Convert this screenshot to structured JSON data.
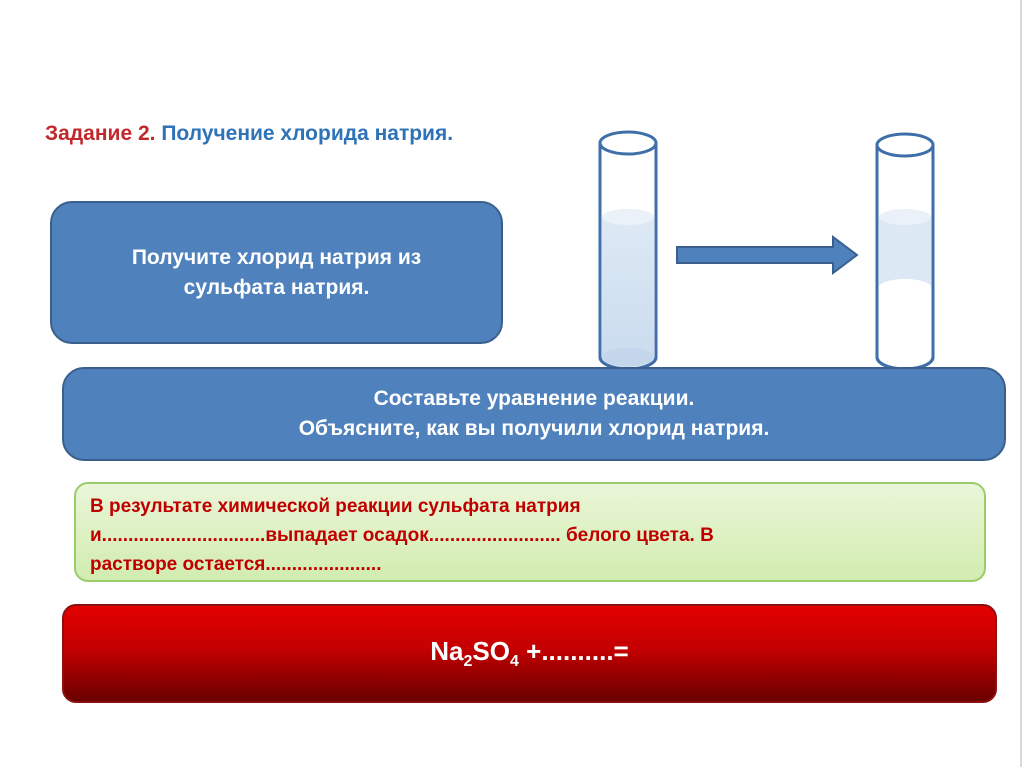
{
  "title": {
    "task_label": "Задание 2.",
    "task_text": "Получение хлорида натрия."
  },
  "box_instruction": {
    "line1": "Получите хлорид натрия из",
    "line2": "сульфата натрия."
  },
  "box_reaction": {
    "line1": "Составьте уравнение реакции.",
    "line2": "Объясните, как вы получили хлорид натрия."
  },
  "box_result": {
    "line1": "В результате химической реакции сульфата натрия",
    "line2": "и...............................выпадает осадок......................... белого цвета. В",
    "line3": "растворе остается......................"
  },
  "equation": {
    "na": "Na",
    "na_sub": "2",
    "so": "SO",
    "so_sub": "4",
    "rest": " +..........="
  },
  "colors": {
    "title_label": "#c0282b",
    "title_text": "#2e73b8",
    "blue_box": "#4f81bd",
    "green_box": "#d2ecb0",
    "red_box": "#c40000",
    "result_text": "#c00000"
  }
}
